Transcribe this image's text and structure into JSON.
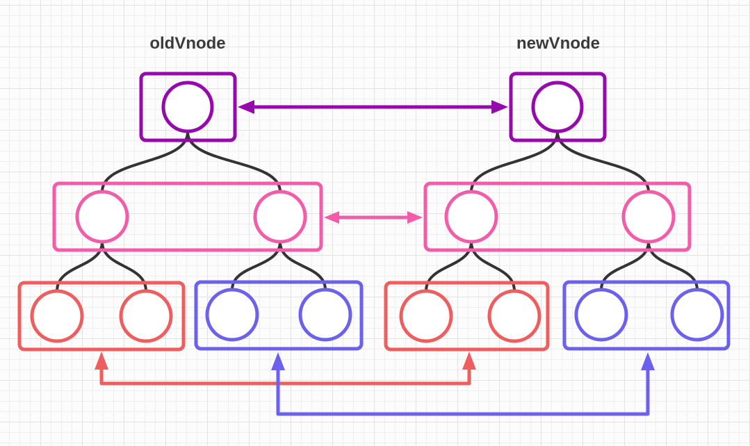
{
  "labels": {
    "left_tree": "oldVnode",
    "right_tree": "newVnode"
  },
  "colors": {
    "root_purple": "#9609ac",
    "children_pink": "#f25ca8",
    "leaf_red": "#ee5e5e",
    "leaf_blue": "#6b61ec",
    "tree_edge": "#333333",
    "label_text": "#3a3a3a",
    "grid_minor": "#efefef",
    "grid_major": "#e2e2e2",
    "background": "#fcfcfc"
  },
  "structure": {
    "left_tree": {
      "root_nodes": 1,
      "child_nodes": 2,
      "leaf_groups": [
        {
          "color": "red",
          "nodes": 2
        },
        {
          "color": "blue",
          "nodes": 2
        }
      ]
    },
    "right_tree": {
      "root_nodes": 1,
      "child_nodes": 2,
      "leaf_groups": [
        {
          "color": "red",
          "nodes": 2
        },
        {
          "color": "blue",
          "nodes": 2
        }
      ]
    },
    "arrows": [
      {
        "name": "root-compare-arrow",
        "color": "purple",
        "style": "double-headed horizontal",
        "connects": [
          "oldVnode root box",
          "newVnode root box"
        ]
      },
      {
        "name": "children-compare-arrow",
        "color": "pink",
        "style": "double-headed horizontal",
        "connects": [
          "oldVnode children box",
          "newVnode children box"
        ]
      },
      {
        "name": "red-leaf-link-arrow",
        "color": "red",
        "style": "U-shape, arrowheads up at both ends",
        "connects": [
          "old red leaf box",
          "new red leaf box"
        ]
      },
      {
        "name": "blue-leaf-link-arrow",
        "color": "blue",
        "style": "U-shape, arrowheads up at both ends",
        "connects": [
          "old blue leaf box",
          "new blue leaf box"
        ]
      }
    ]
  }
}
